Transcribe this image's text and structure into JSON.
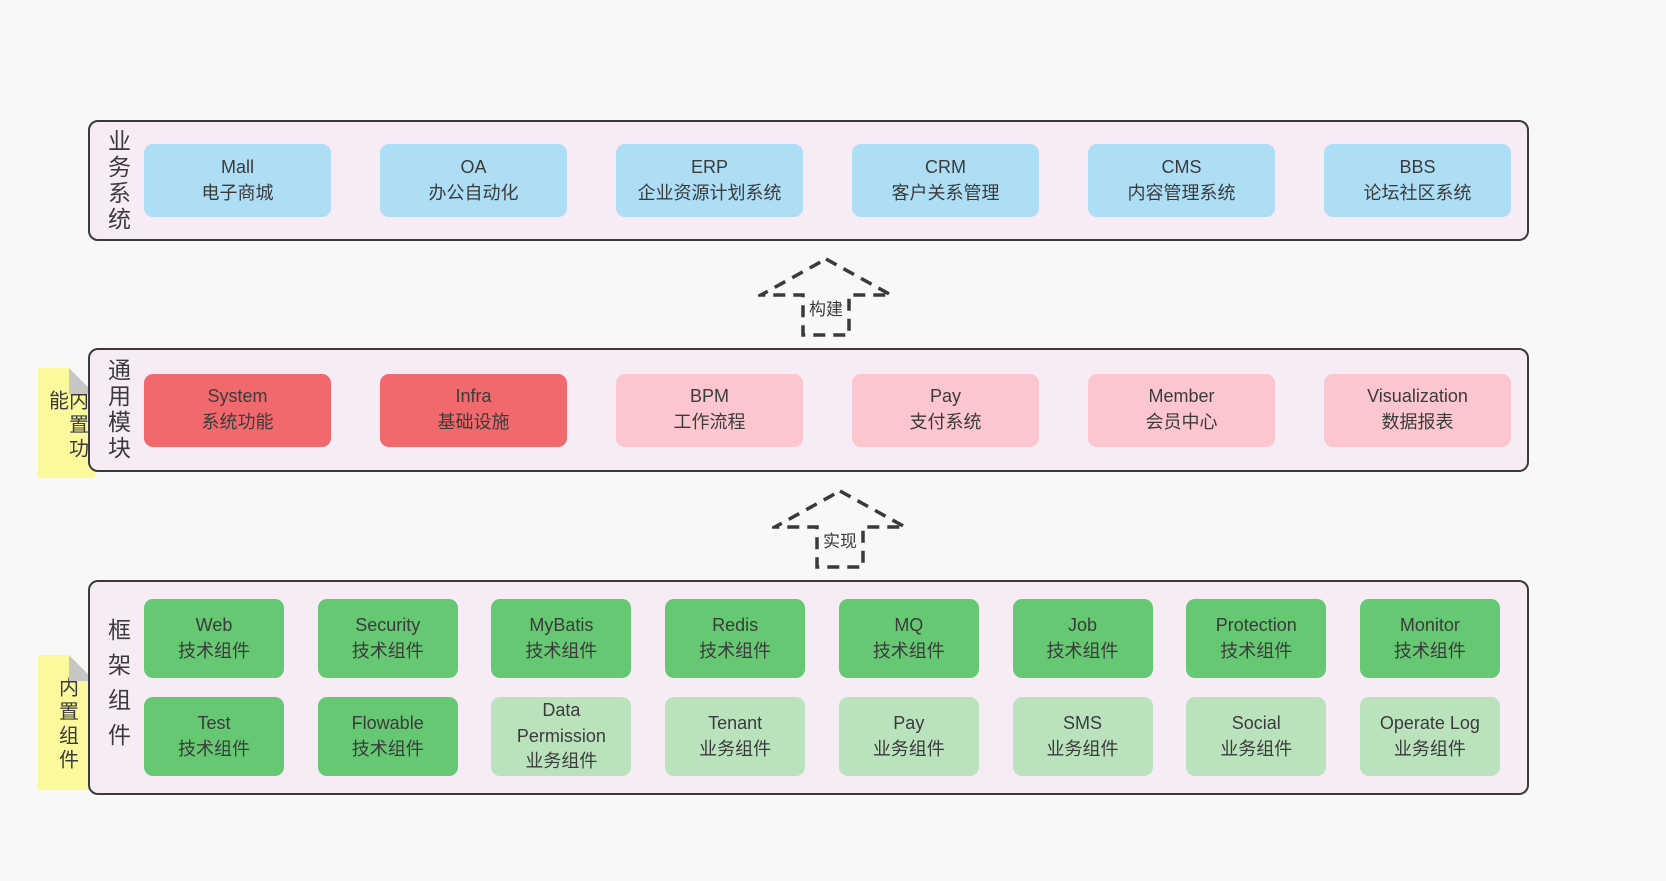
{
  "colors": {
    "page-bg": "#f8f8f8",
    "section-bg": "#f7ecf6",
    "section-border": "#3b3b3b",
    "box-blue": "#aeddf6",
    "box-red": "#f2696d",
    "box-pink": "#fcc6ce",
    "box-green": "#66c873",
    "box-lightgreen": "#bae3bd",
    "note-yellow": "#fbf99c",
    "note-fold": "#c6c6c6",
    "text": "#3b3b3b"
  },
  "arrows": [
    {
      "label": "构建"
    },
    {
      "label": "实现"
    }
  ],
  "sections": {
    "business": {
      "label": "业务系统",
      "boxes": [
        {
          "name": "Mall",
          "desc": "电子商城",
          "variant": "blue"
        },
        {
          "name": "OA",
          "desc": "办公自动化",
          "variant": "blue"
        },
        {
          "name": "ERP",
          "desc": "企业资源计划系统",
          "variant": "blue"
        },
        {
          "name": "CRM",
          "desc": "客户关系管理",
          "variant": "blue"
        },
        {
          "name": "CMS",
          "desc": "内容管理系统",
          "variant": "blue"
        },
        {
          "name": "BBS",
          "desc": "论坛社区系统",
          "variant": "blue"
        }
      ]
    },
    "modules": {
      "label": "通用模块",
      "note": "内置功能",
      "boxes": [
        {
          "name": "System",
          "desc": "系统功能",
          "variant": "red"
        },
        {
          "name": "Infra",
          "desc": "基础设施",
          "variant": "red"
        },
        {
          "name": "BPM",
          "desc": "工作流程",
          "variant": "pink"
        },
        {
          "name": "Pay",
          "desc": "支付系统",
          "variant": "pink"
        },
        {
          "name": "Member",
          "desc": "会员中心",
          "variant": "pink"
        },
        {
          "name": "Visualization",
          "desc": "数据报表",
          "variant": "pink"
        }
      ]
    },
    "components": {
      "label": "框架组件",
      "note": "内置组件",
      "row1": [
        {
          "name": "Web",
          "desc": "技术组件",
          "variant": "green"
        },
        {
          "name": "Security",
          "desc": "技术组件",
          "variant": "green"
        },
        {
          "name": "MyBatis",
          "desc": "技术组件",
          "variant": "green"
        },
        {
          "name": "Redis",
          "desc": "技术组件",
          "variant": "green"
        },
        {
          "name": "MQ",
          "desc": "技术组件",
          "variant": "green"
        },
        {
          "name": "Job",
          "desc": "技术组件",
          "variant": "green"
        },
        {
          "name": "Protection",
          "desc": "技术组件",
          "variant": "green"
        },
        {
          "name": "Monitor",
          "desc": "技术组件",
          "variant": "green"
        }
      ],
      "row2": [
        {
          "name": "Test",
          "desc": "技术组件",
          "variant": "green"
        },
        {
          "name": "Flowable",
          "desc": "技术组件",
          "variant": "green"
        },
        {
          "name": "Data Permission",
          "desc": "业务组件",
          "variant": "lightgreen"
        },
        {
          "name": "Tenant",
          "desc": "业务组件",
          "variant": "lightgreen"
        },
        {
          "name": "Pay",
          "desc": "业务组件",
          "variant": "lightgreen"
        },
        {
          "name": "SMS",
          "desc": "业务组件",
          "variant": "lightgreen"
        },
        {
          "name": "Social",
          "desc": "业务组件",
          "variant": "lightgreen"
        },
        {
          "name": "Operate Log",
          "desc": "业务组件",
          "variant": "lightgreen"
        }
      ]
    }
  }
}
